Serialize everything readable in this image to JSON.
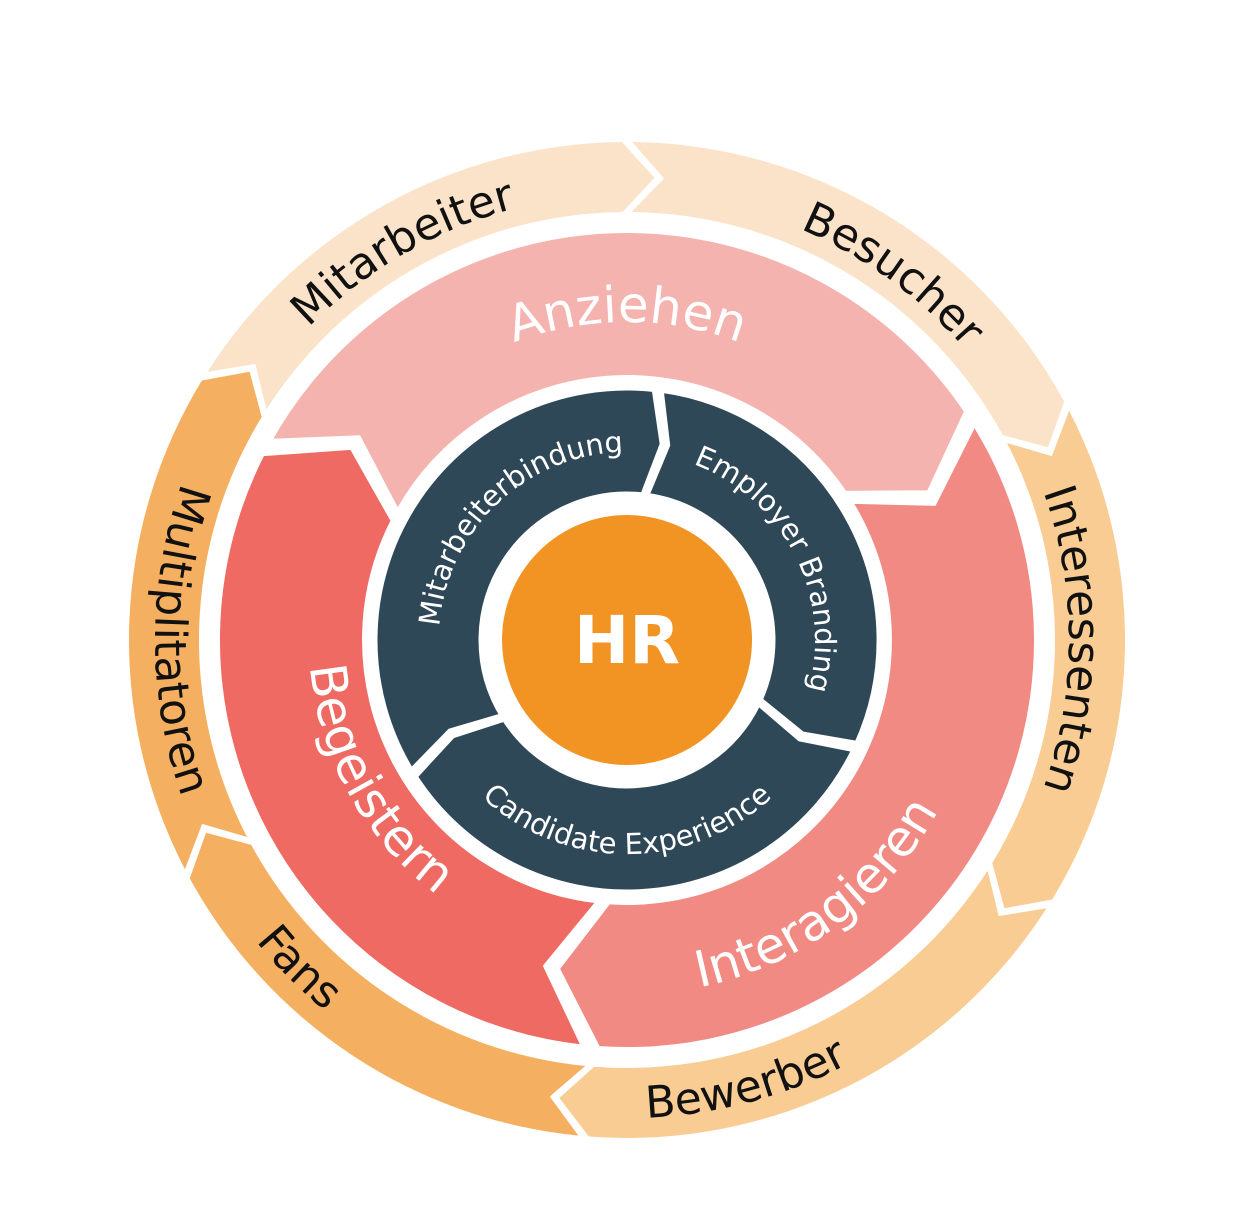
{
  "center": {
    "label": "HR"
  },
  "inner_ring": [
    {
      "label": "Employer Branding"
    },
    {
      "label": "Candidate Experience"
    },
    {
      "label": "Mitarbeiterbindung"
    }
  ],
  "middle_ring": [
    {
      "label": "Anziehen"
    },
    {
      "label": "Interagieren"
    },
    {
      "label": "Begeistern"
    }
  ],
  "outer_ring": [
    {
      "label": "Besucher"
    },
    {
      "label": "Interessenten"
    },
    {
      "label": "Bewerber"
    },
    {
      "label": "Fans"
    },
    {
      "label": "Multiplitatoren"
    },
    {
      "label": "Mitarbeiter"
    }
  ],
  "colors": {
    "center": "#f29423",
    "inner_ring": "#2f4858",
    "middle_ring": [
      "#f4b3ae",
      "#f28a84",
      "#ee6a62"
    ],
    "outer_ring": [
      "#fbe3c9",
      "#f8cc93",
      "#f8cc93",
      "#f4b060",
      "#f4b060",
      "#fbe3c9"
    ],
    "outer_text": "#111111",
    "light_text": "#ffffff"
  }
}
